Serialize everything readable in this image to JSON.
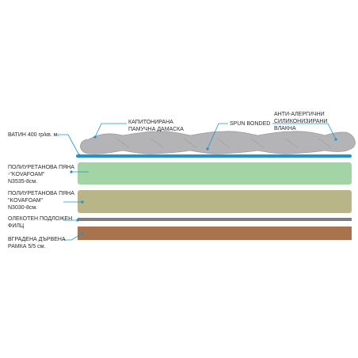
{
  "colors": {
    "quilt": "#b4b4b6",
    "quilt_stroke": "#9c9c9e",
    "batting": "#1d93d1",
    "foam_green": "#a2d4a5",
    "foam_khaki": "#b8b588",
    "felt": "#7f7f83",
    "wood_frame": "#a9744d",
    "pointer": "#1d93d1",
    "text": "#2a2a2a"
  },
  "labels": {
    "quilted_cover": "КАПИТОНИРАНА\nПАМУЧНА ДАМАСКА",
    "spun_bonded": "SPUN BONDED",
    "anti_allergic_fibers": "АНТИ-АЛЕРГИЧНИ\nСИЛИКОНИЗИРАНИ\nВЛАКНА",
    "batting": "ВАТИН 400 гр/кв. м.",
    "foam_top": "ПОЛИУРЕТАНОВА ПЯНА\n-\"KOVAFOAM\"\nN3535-8см.",
    "foam_bottom": "ПОЛИУРЕТАНОВА ПЯНА\n\"KOVAFOAM\"\nN3030-8см.",
    "felt": "ОЛЕКОТЕН ПОДЛОЖЕН\nФИЛЦ",
    "wood_frame": "ВГРАДЕНА ДЪРВЕНА\nРАМКА 5/5 см."
  }
}
